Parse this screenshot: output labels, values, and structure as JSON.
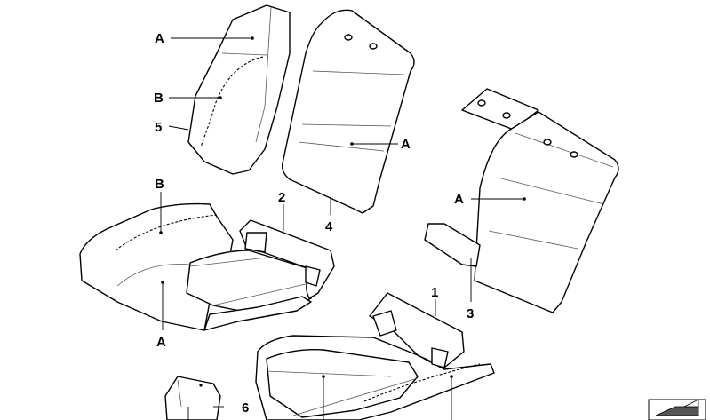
{
  "callouts": {
    "a_side_trim": "A",
    "b_side_trim": "B",
    "n5": "5",
    "a_backrest_left": "A",
    "n4": "4",
    "a_backrest_right": "A",
    "n3": "3",
    "b_cushion_left": "B",
    "n2": "2",
    "a_cushion_left": "A",
    "n1": "1",
    "n6": "6"
  },
  "colors": {
    "line": "#000000",
    "background": "#ffffff"
  },
  "icons": {
    "corner_badge": "folder-corner-icon"
  }
}
